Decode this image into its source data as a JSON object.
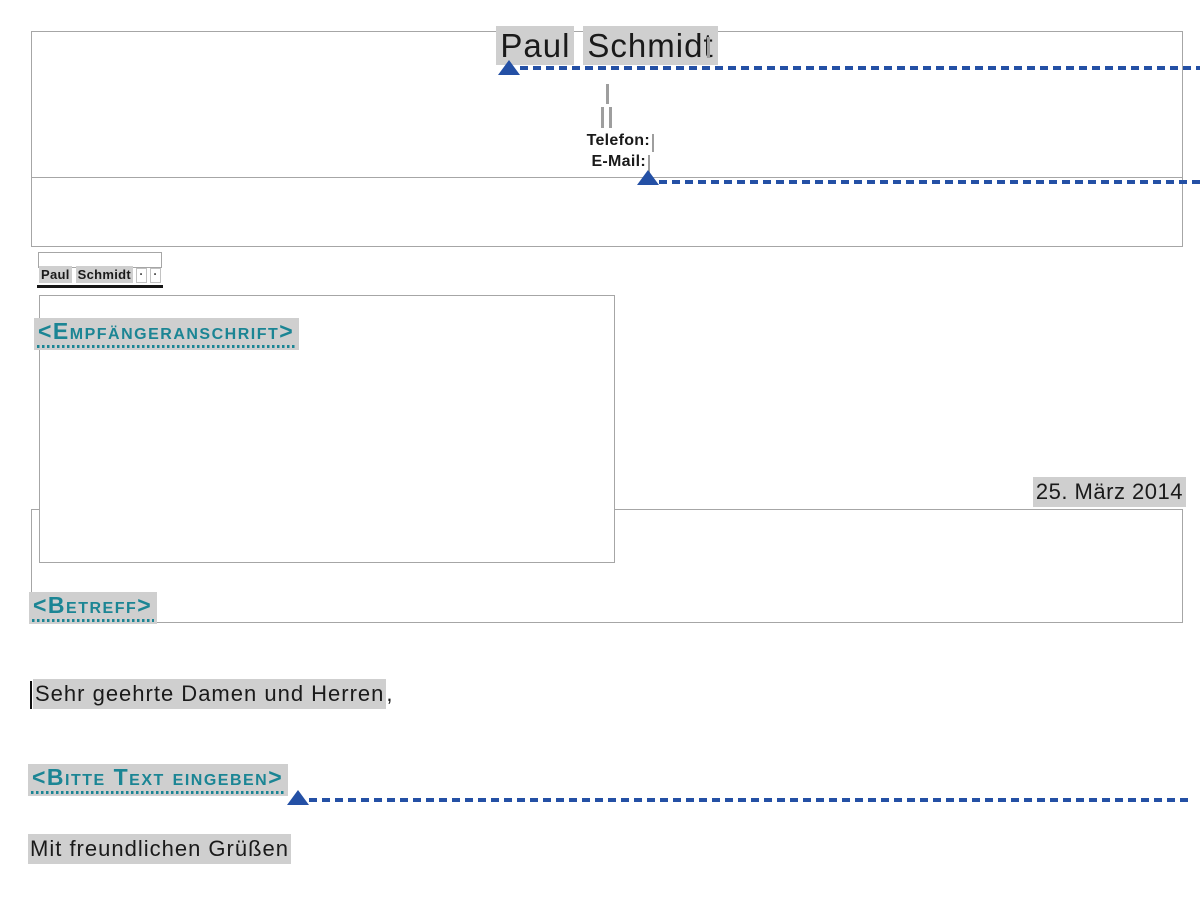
{
  "colors": {
    "accent_blue": "#2450a5",
    "teal": "#1b8594",
    "highlight": "#cfcfcf",
    "border_gray": "#a6a6a6"
  },
  "letterhead": {
    "sender_first": "Paul",
    "sender_last": "Schmidt",
    "phone_label": "Telefon:",
    "email_label": "E-Mail:"
  },
  "sender_line": {
    "first": "Paul",
    "last": "Schmidt"
  },
  "recipient": {
    "placeholder": "<Empfängeranschrift>"
  },
  "date": {
    "value": "25. März 2014"
  },
  "subject": {
    "placeholder": "<Betreff>"
  },
  "body": {
    "salutation": "Sehr geehrte Damen und Herren",
    "salutation_suffix": ",",
    "text_placeholder": "<Bitte Text eingeben>",
    "closing": "Mit freundlichen Grüßen"
  },
  "marks": {
    "space_dot": "·"
  }
}
